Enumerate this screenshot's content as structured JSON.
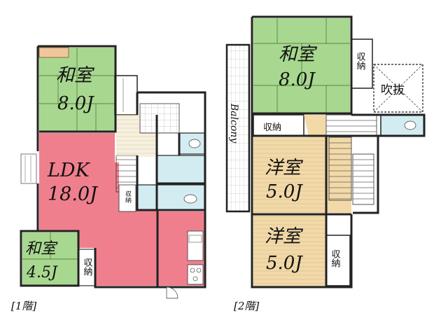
{
  "floor1": {
    "caption": "[1階]",
    "washitsu_large": {
      "name": "和室",
      "size": "8.0J"
    },
    "ldk": {
      "name": "LDK",
      "size": "18.0J"
    },
    "washitsu_small": {
      "name": "和室",
      "size": "4.5J"
    },
    "storage_small_label": "収納",
    "storage_stair_label": "収納"
  },
  "floor2": {
    "caption": "[2階]",
    "washitsu": {
      "name": "和室",
      "size": "8.0J"
    },
    "storage_top_label": "収納",
    "void_label": "吹抜",
    "storage_mid_label": "収納",
    "balcony_label": "Balcony",
    "youshitsu1": {
      "name": "洋室",
      "size": "5.0J"
    },
    "youshitsu2": {
      "name": "洋室",
      "size": "5.0J"
    },
    "storage_bottom_label": "収納"
  },
  "colors": {
    "tatami": "#a8d890",
    "ldk": "#f07f8e",
    "wood": "#f3d9a8",
    "wet": "#d3ecf1",
    "wall": "#222222"
  }
}
